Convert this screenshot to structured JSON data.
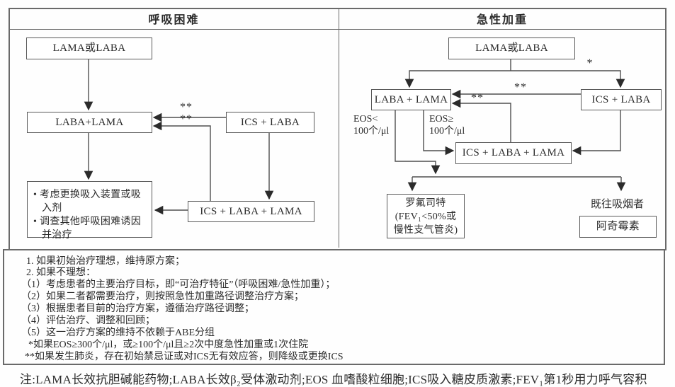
{
  "diagram": {
    "left": {
      "header": "呼吸困难",
      "box_initial": "LAMA或LABA",
      "box_dual": "LABA+LAMA",
      "box_ics_laba": "ICS + LABA",
      "box_triple": "ICS + LABA + LAMA",
      "bullet_char": "•",
      "action_bullets": [
        "考虑更换吸入装置或吸入剂",
        "调查其他呼吸困难诱因并治疗"
      ],
      "label_double_star_1": "**",
      "label_double_star_2": "**"
    },
    "right": {
      "header": "急性加重",
      "box_initial": "LAMA或LABA",
      "box_dual": "LABA + LAMA",
      "box_ics_laba": "ICS + LABA",
      "box_triple": "ICS + LABA + LAMA",
      "box_roflumilast": [
        "罗氟司特",
        "(FEV₁<50%或",
        "慢性支气管炎)"
      ],
      "label_former_smoker": "既往吸烟者",
      "box_azithromycin": "阿奇霉素",
      "label_star": "*",
      "label_double_star_1": "**",
      "label_double_star_2": "**",
      "label_eos_low": [
        "EOS<",
        "100个/μl"
      ],
      "label_eos_high": [
        "EOS≥",
        "100个/μl"
      ]
    },
    "line_color": "#4f4f4f"
  },
  "notes": {
    "lines": [
      "1. 如果初始治疗理想，维持原方案；",
      "2. 如果不理想：",
      "（1）考虑患者的主要治疗目标，即“可治疗特征”（呼吸困难/急性加重）；",
      "（2）如果二者都需要治疗，则按照急性加重路径调整治疗方案；",
      "（3）根据患者目前的治疗方案，遵循治疗路径调整；",
      "（4）评估治疗、调整和回顾；",
      "（5）这一治疗方案的维持不依赖于ABE分组",
      "*如果EOS≥300个/μl，或≥100个/μl且≥2次中度急性加重或1次住院",
      "**如果发生肺炎，存在初始禁忌证或对ICS无有效应答，则降级或更换ICS"
    ]
  },
  "footer": "注:LAMA长效抗胆碱能药物;LABA长效β₂受体激动剂;EOS 血嗜酸粒细胞;ICS吸入糖皮质激素;FEV₁第1秒用力呼气容积"
}
